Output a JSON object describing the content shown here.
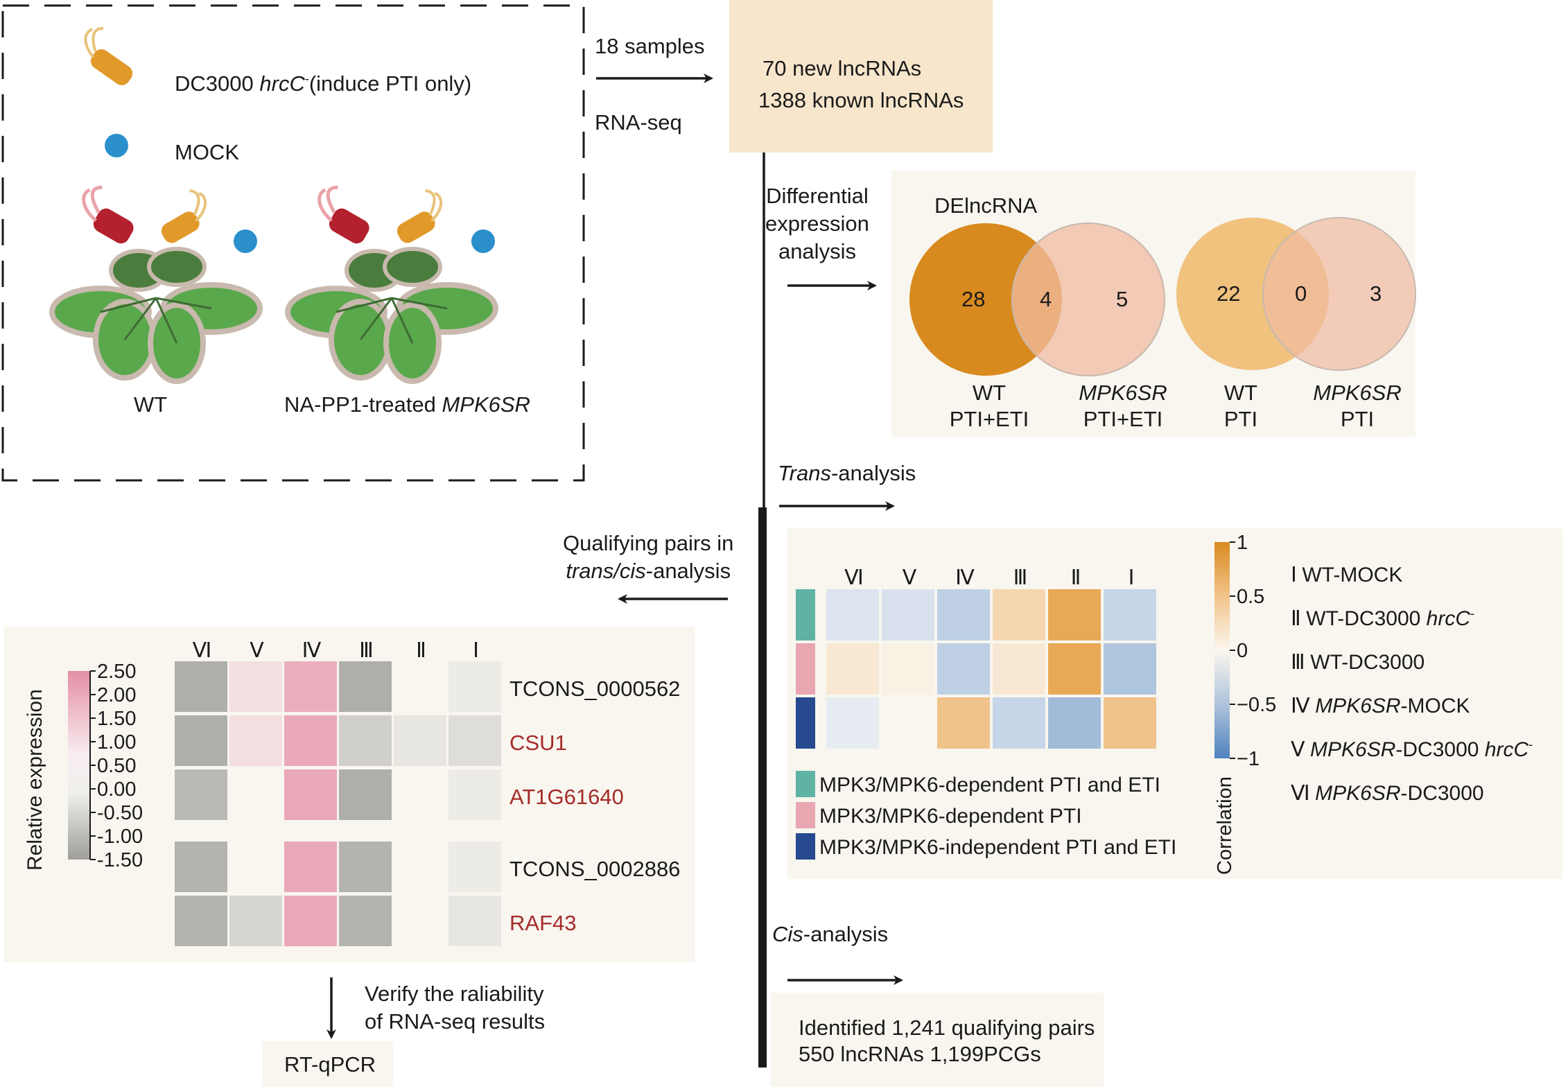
{
  "samples": {
    "count_label": "18 samples",
    "method_label": "RNA-seq"
  },
  "legend_top": {
    "bacteria_strain": "DC3000",
    "bacteria_gene": "hrcC",
    "bacteria_sup": "-",
    "bacteria_note": "(induce PTI only)",
    "mock_label": "MOCK",
    "wt_label": "WT",
    "mpk_prefix": "NA-PP1-treated ",
    "mpk_name": "MPK6SR"
  },
  "lnc_box": {
    "new": "70 new lncRNAs",
    "known": "1388 known lncRNAs"
  },
  "diff": {
    "line1": "Differential",
    "line2": "expression",
    "line3": "analysis"
  },
  "venn": {
    "title": "DElncRNA",
    "left": {
      "a": "28",
      "both": "4",
      "b": "5",
      "label_a1": "WT",
      "label_a2": "PTI+ETI",
      "label_b1": "MPK6SR",
      "label_b2": "PTI+ETI"
    },
    "right": {
      "a": "22",
      "both": "0",
      "b": "3",
      "label_a1": "WT",
      "label_a2": "PTI",
      "label_b1": "MPK6SR",
      "label_b2": "PTI"
    }
  },
  "trans": {
    "italic": "Trans",
    "rest": "-analysis"
  },
  "cis": {
    "italic": "Cis",
    "rest": "-analysis"
  },
  "qualifying": {
    "line1": "Qualifying pairs in",
    "line2_italic": "trans/cis",
    "line2_rest": "-analysis"
  },
  "verify": {
    "line1": "Verify the raliability",
    "line2": "of RNA-seq results"
  },
  "rtqpcr": "RT-qPCR",
  "cis_result": {
    "line1": "Identified 1,241 qualifying pairs",
    "line2": "550 lncRNAs 1,199PCGs"
  },
  "roman": [
    "Ⅵ",
    "Ⅴ",
    "Ⅳ",
    "Ⅲ",
    "Ⅱ",
    "Ⅰ"
  ],
  "corr_heatmap": {
    "colorbar_label": "Correlation",
    "ticks": [
      "1",
      "0.5",
      "0",
      "−0.5",
      "−1"
    ],
    "rows": [
      {
        "group": "MPK3/MPK6-dependent PTI and ETI",
        "group_color": "#5fb3a3",
        "values": [
          -0.15,
          -0.18,
          -0.35,
          0.35,
          0.85,
          -0.3
        ]
      },
      {
        "group": "MPK3/MPK6-dependent PTI",
        "group_color": "#e8a7b0",
        "values": [
          0.15,
          0.05,
          -0.35,
          0.15,
          0.85,
          -0.45
        ]
      },
      {
        "group": "MPK3/MPK6-independent PTI and ETI",
        "group_color": "#27498f",
        "values": [
          -0.08,
          0.0,
          0.55,
          -0.3,
          -0.55,
          0.55
        ]
      }
    ],
    "legend_items": [
      {
        "text": "MPK3/MPK6-dependent PTI and ETI",
        "color": "#5fb3a3"
      },
      {
        "text": "MPK3/MPK6-dependent PTI",
        "color": "#e8a7b0"
      },
      {
        "text": "MPK3/MPK6-independent PTI and ETI",
        "color": "#27498f"
      }
    ]
  },
  "sample_key": [
    {
      "num": "Ⅰ",
      "italic": "",
      "text": "WT-MOCK",
      "gene": "",
      "sup": ""
    },
    {
      "num": "Ⅱ",
      "italic": "",
      "text": "WT-DC3000 ",
      "gene": "hrcC",
      "sup": "-"
    },
    {
      "num": "Ⅲ",
      "italic": "",
      "text": "WT-DC3000",
      "gene": "",
      "sup": ""
    },
    {
      "num": "Ⅳ",
      "italic": "MPK6SR",
      "text": "-MOCK",
      "gene": "",
      "sup": ""
    },
    {
      "num": "Ⅴ",
      "italic": "MPK6SR",
      "text": "-DC3000 ",
      "gene": "hrcC",
      "sup": "-"
    },
    {
      "num": "Ⅵ",
      "italic": "MPK6SR",
      "text": "-DC3000",
      "gene": "",
      "sup": ""
    }
  ],
  "expr_heatmap": {
    "colorbar_label": "Relative expression",
    "ticks": [
      "2.50",
      "2.00",
      "1.50",
      "1.00",
      "0.50",
      "0.00",
      "-0.50",
      "-1.00",
      "-1.50"
    ],
    "rows": [
      {
        "label": "TCONS_0000562",
        "red": false,
        "values": [
          -1.2,
          0.4,
          1.3,
          -1.2,
          null,
          -0.1
        ]
      },
      {
        "label": "CSU1",
        "red": true,
        "values": [
          -1.2,
          0.4,
          1.4,
          -0.6,
          -0.2,
          -0.35
        ]
      },
      {
        "label": "AT1G61640",
        "red": true,
        "values": [
          -1.0,
          null,
          1.4,
          -1.2,
          null,
          -0.1
        ]
      },
      {
        "label": "TCONS_0002886",
        "red": false,
        "values": [
          -1.1,
          null,
          1.4,
          -1.1,
          null,
          -0.1
        ]
      },
      {
        "label": "RAF43",
        "red": true,
        "values": [
          -1.1,
          -0.5,
          1.4,
          -1.1,
          null,
          -0.2
        ]
      }
    ]
  }
}
